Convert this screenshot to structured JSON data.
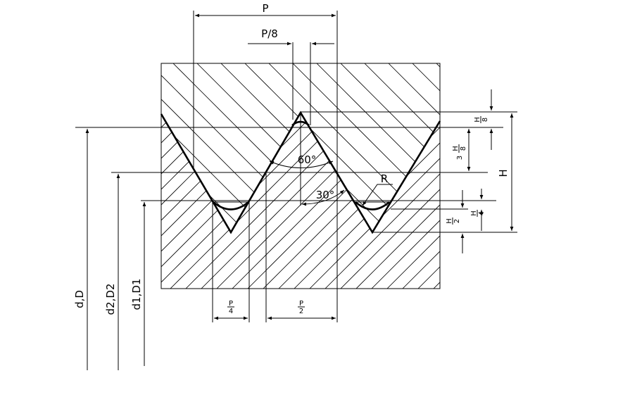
{
  "diagram": {
    "labels": {
      "pitch": "P",
      "pitch_eighth": "P/8",
      "angle_60": "60°",
      "angle_30": "30°",
      "radius": "R",
      "height": "H",
      "major_diameter": "d,D",
      "pitch_diameter": "d2,D2",
      "minor_diameter": "d1,D1",
      "h_over_8": {
        "num": "H",
        "den": "8"
      },
      "three_h_over_8": {
        "num": "3",
        "mid": "H",
        "den": "8"
      },
      "h_over_4": {
        "num": "H",
        "den": "4"
      },
      "h_over_2": {
        "num": "H",
        "den": "2"
      },
      "p_over_4": {
        "num": "P",
        "den": "4"
      },
      "p_over_2": {
        "num": "P",
        "den": "2"
      }
    }
  }
}
